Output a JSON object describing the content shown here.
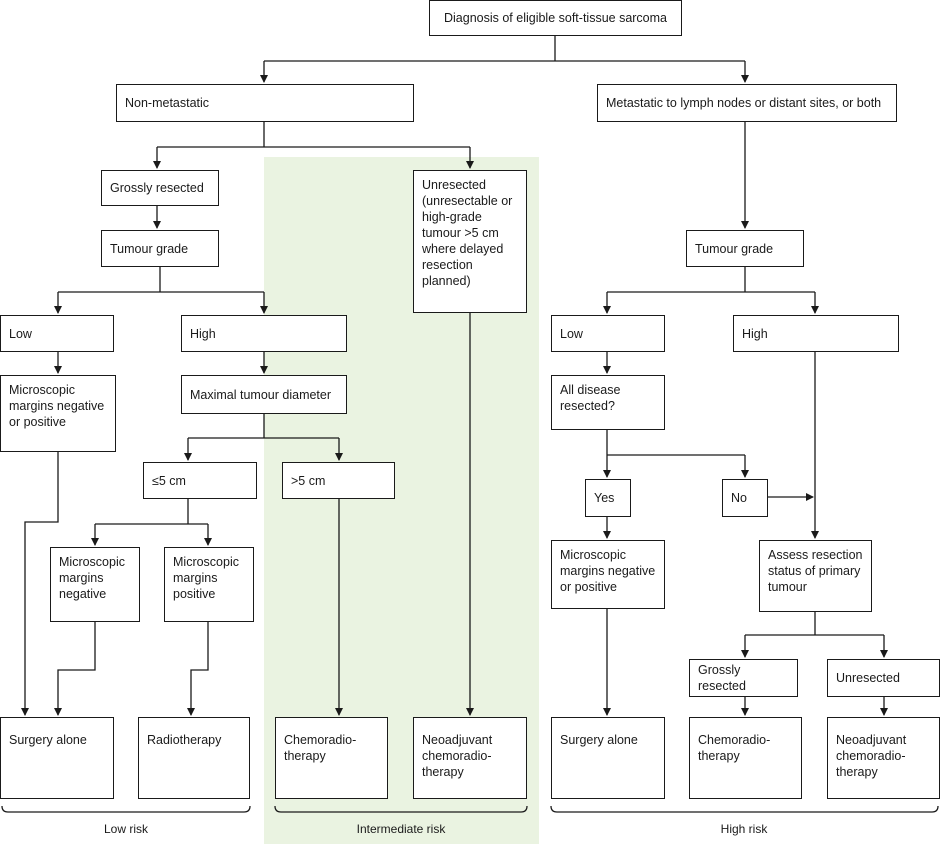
{
  "diagram": {
    "nodes": {
      "root": "Diagnosis of eligible soft-tissue sarcoma",
      "nonmet": "Non-metastatic",
      "met": "Metastatic to lymph nodes or distant sites, or both",
      "grossly_resected": "Grossly resected",
      "grade_left": "Tumour grade",
      "unresected": "Unresected\n(unresectable or\nhigh-grade\ntumour >5 cm\nwhere delayed\nresection\nplanned)",
      "grade_right": "Tumour grade",
      "low_left": "Low",
      "high_left": "High",
      "low_right": "Low",
      "high_right": "High",
      "margins_neg_pos_left": "Microscopic\nmargins negative\nor positive",
      "max_diameter": "Maximal tumour diameter",
      "all_resected": "All disease\nresected?",
      "le5": "≤5 cm",
      "gt5": ">5 cm",
      "yes": "Yes",
      "no": "No",
      "margins_negative": "Microscopic\nmargins\nnegative",
      "margins_positive": "Microscopic\nmargins\npositive",
      "margins_neg_pos_right": "Microscopic\nmargins negative\nor positive",
      "assess": "Assess resection\nstatus of primary\ntumour",
      "grossly_resected_right": "Grossly resected",
      "unresected_right": "Unresected",
      "surgery_alone_left": "Surgery alone",
      "radiotherapy": "Radiotherapy",
      "chemoradio_mid": "Chemoradio-\ntherapy",
      "neoadjuvant_mid": "Neoadjuvant\nchemoradio-\ntherapy",
      "surgery_alone_right": "Surgery alone",
      "chemoradio_right": "Chemoradio-\ntherapy",
      "neoadjuvant_right": "Neoadjuvant\nchemoradio-\ntherapy"
    },
    "risk_groups": {
      "low": "Low risk",
      "intermediate": "Intermediate risk",
      "high": "High risk"
    }
  },
  "colors": {
    "highlight": "#eaf3e1",
    "line": "#1a1a1a"
  }
}
